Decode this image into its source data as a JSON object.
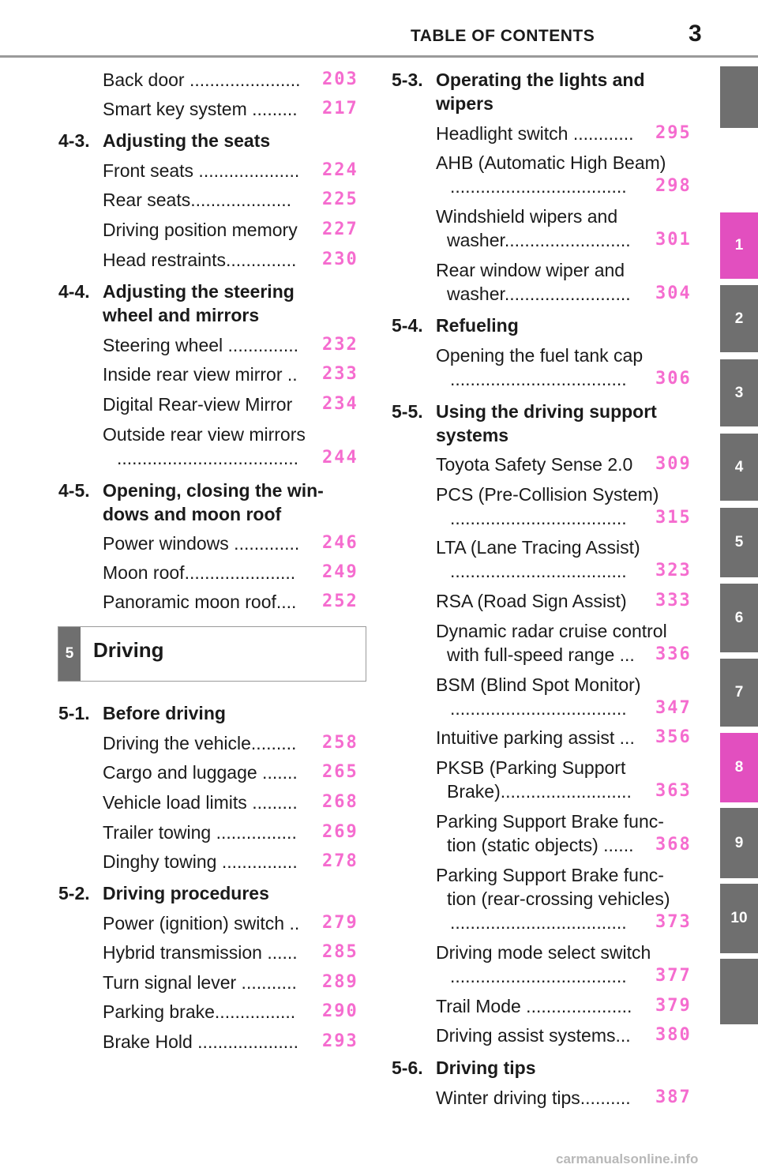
{
  "header": {
    "title": "TABLE OF CONTENTS",
    "page_number": "3"
  },
  "tabs": [
    {
      "label": ""
    },
    {
      "label": "1"
    },
    {
      "label": "2"
    },
    {
      "label": "3"
    },
    {
      "label": "4"
    },
    {
      "label": "5"
    },
    {
      "label": "6"
    },
    {
      "label": "7"
    },
    {
      "label": "8"
    },
    {
      "label": "9"
    },
    {
      "label": "10"
    },
    {
      "label": ""
    }
  ],
  "active_tab_color": "#e24fbf",
  "page_number_color": "#f56ccf",
  "chapter": {
    "number": "5",
    "title": "Driving"
  },
  "left": {
    "e0": {
      "label": "Back door",
      "dots": " ......................",
      "page": "203"
    },
    "e1": {
      "label": "Smart key system",
      "dots": " .........",
      "page": "217"
    },
    "s43": {
      "num": "4-3.",
      "title": "Adjusting the seats"
    },
    "e2": {
      "label": "Front seats",
      "dots": " ....................",
      "page": "224"
    },
    "e3": {
      "label": "Rear seats",
      "dots": "....................",
      "page": "225"
    },
    "e4": {
      "label": "Driving position memory",
      "dots": "",
      "page": "227"
    },
    "e5": {
      "label": "Head restraints",
      "dots": "..............",
      "page": "230"
    },
    "s44": {
      "num": "4-4.",
      "title_l1": "Adjusting the steering",
      "title_l2": "wheel and mirrors"
    },
    "e6": {
      "label": "Steering wheel",
      "dots": " ..............",
      "page": "232"
    },
    "e7": {
      "label": "Inside rear view mirror",
      "dots": " ..",
      "page": "233"
    },
    "e8": {
      "label": "Digital Rear-view Mirror",
      "dots": "",
      "page": "234"
    },
    "e9": {
      "label_l1": "Outside rear view mirrors",
      "dots": "....................................",
      "page": "244"
    },
    "s45": {
      "num": "4-5.",
      "title_l1": "Opening, closing the win-",
      "title_l2": "dows and moon roof"
    },
    "e10": {
      "label": "Power windows",
      "dots": " .............",
      "page": "246"
    },
    "e11": {
      "label": "Moon roof",
      "dots": "......................",
      "page": "249"
    },
    "e12": {
      "label": "Panoramic moon roof",
      "dots": "....",
      "page": "252"
    },
    "s51": {
      "num": "5-1.",
      "title": "Before driving"
    },
    "e13": {
      "label": "Driving the vehicle",
      "dots": ".........",
      "page": "258"
    },
    "e14": {
      "label": "Cargo and luggage",
      "dots": " .......",
      "page": "265"
    },
    "e15": {
      "label": "Vehicle load limits",
      "dots": " .........",
      "page": "268"
    },
    "e16": {
      "label": "Trailer towing",
      "dots": " ................",
      "page": "269"
    },
    "e17": {
      "label": "Dinghy towing",
      "dots": " ...............",
      "page": "278"
    },
    "s52": {
      "num": "5-2.",
      "title": "Driving procedures"
    },
    "e18": {
      "label": "Power (ignition) switch",
      "dots": " ..",
      "page": "279"
    },
    "e19": {
      "label": "Hybrid transmission",
      "dots": " ......",
      "page": "285"
    },
    "e20": {
      "label": "Turn signal lever",
      "dots": " ...........",
      "page": "289"
    },
    "e21": {
      "label": "Parking brake",
      "dots": "................",
      "page": "290"
    },
    "e22": {
      "label": "Brake Hold",
      "dots": " ....................",
      "page": "293"
    }
  },
  "right": {
    "s53": {
      "num": "5-3.",
      "title_l1": "Operating the lights and",
      "title_l2": "wipers"
    },
    "r0": {
      "label": "Headlight switch",
      "dots": " ............",
      "page": "295"
    },
    "r1": {
      "label_l1": "AHB (Automatic High Beam)",
      "dots": "...................................",
      "page": "298"
    },
    "r2": {
      "label_l1": "Windshield wipers and",
      "label_l2": "washer",
      "dots": ".........................",
      "page": "301"
    },
    "r3": {
      "label_l1": "Rear window wiper and",
      "label_l2": "washer",
      "dots": ".........................",
      "page": "304"
    },
    "s54": {
      "num": "5-4.",
      "title": "Refueling"
    },
    "r4": {
      "label_l1": "Opening the fuel tank cap",
      "dots": "...................................",
      "page": "306"
    },
    "s55": {
      "num": "5-5.",
      "title_l1": "Using the driving support",
      "title_l2": "systems"
    },
    "r5": {
      "label": "Toyota Safety Sense 2.0",
      "dots": "",
      "page": "309"
    },
    "r6": {
      "label_l1": "PCS (Pre-Collision System)",
      "dots": "...................................",
      "page": "315"
    },
    "r7": {
      "label_l1": "LTA (Lane Tracing Assist)",
      "dots": "...................................",
      "page": "323"
    },
    "r8": {
      "label": "RSA (Road Sign Assist)",
      "dots": "",
      "page": "333"
    },
    "r9": {
      "label_l1": "Dynamic radar cruise control",
      "label_l2": "with full-speed range",
      "dots": " ...",
      "page": "336"
    },
    "r10": {
      "label_l1": "BSM (Blind Spot Monitor)",
      "dots": "...................................",
      "page": "347"
    },
    "r11": {
      "label": "Intuitive parking assist",
      "dots": " ...",
      "page": "356"
    },
    "r12": {
      "label_l1": "PKSB (Parking Support",
      "label_l2": "Brake)",
      "dots": "..........................",
      "page": "363"
    },
    "r13": {
      "label_l1": "Parking Support Brake func-",
      "label_l2": "tion (static objects)",
      "dots": " ......",
      "page": "368"
    },
    "r14": {
      "label_l1": "Parking Support Brake func-",
      "label_l2": "tion (rear-crossing vehicles)",
      "dots": "...................................",
      "page": "373"
    },
    "r15": {
      "label_l1": "Driving mode select switch",
      "dots": "...................................",
      "page": "377"
    },
    "r16": {
      "label": "Trail Mode",
      "dots": " .....................",
      "page": "379"
    },
    "r17": {
      "label": "Driving assist systems",
      "dots": "...",
      "page": "380"
    },
    "s56": {
      "num": "5-6.",
      "title": "Driving tips"
    },
    "r18": {
      "label": "Winter driving tips",
      "dots": "..........",
      "page": "387"
    }
  },
  "watermark": "carmanualsonline.info"
}
